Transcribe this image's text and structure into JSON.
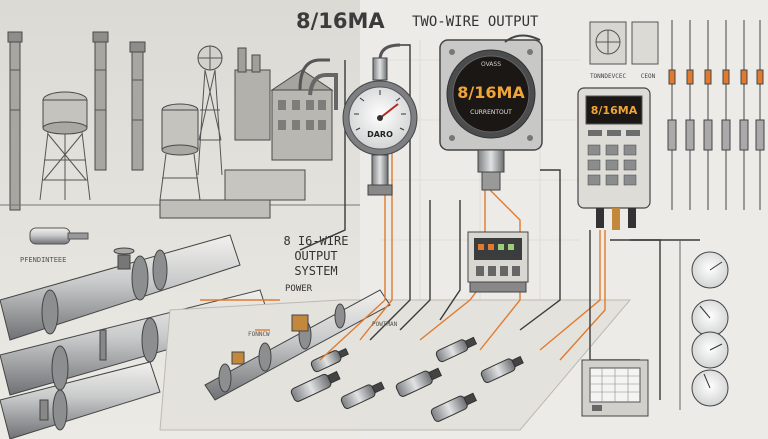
{
  "header": {
    "title": "8/16MA",
    "subtitle": "TWO-WIRE OUTPUT"
  },
  "labels": {
    "system_line1": "8 I6-WIRE",
    "system_line2": "OUTPUT",
    "system_line3": "SYSTEM",
    "power": "POWER",
    "left_small": "PFENDINTEEE",
    "mid_small_1": "FONNCW",
    "mid_small_2": "POWTMAN",
    "right_small_1": "TONNDEVCEC",
    "right_small_2": "CEON"
  },
  "transmitter": {
    "reading": "8/16MA",
    "caption": "CURRENTOUT",
    "top_label": "OVASS"
  },
  "gauge": {
    "label": "DARO"
  },
  "handheld": {
    "display": "8/16MA"
  },
  "colors": {
    "wire_accent": "#e07a2e",
    "display_bg": "#1a1714",
    "display_text": "#f0a53a",
    "metal": "#9b9ea1",
    "ink": "#3a3a3a"
  }
}
